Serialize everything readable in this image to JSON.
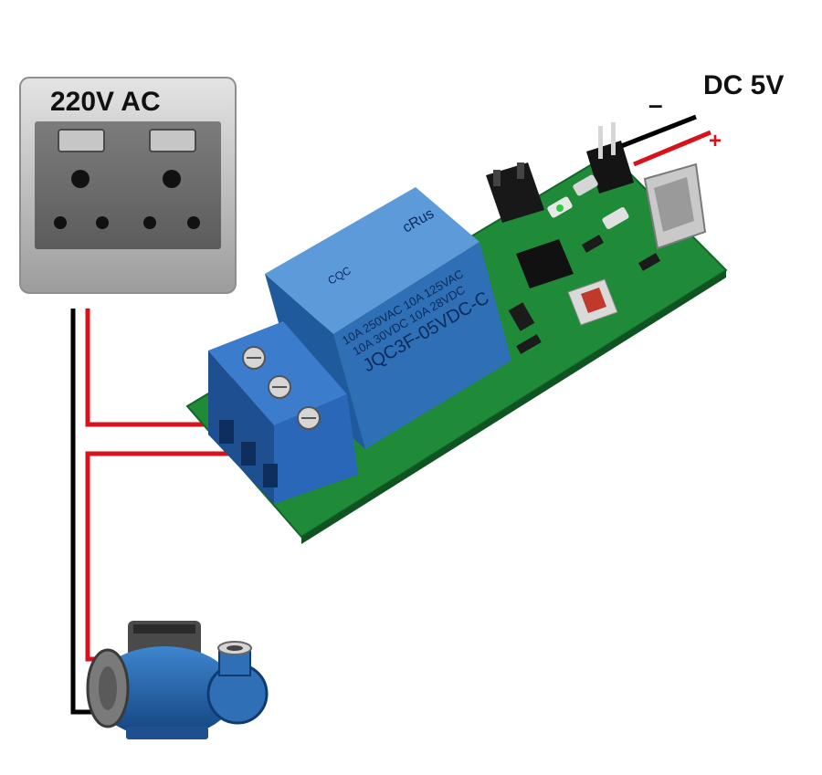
{
  "labels": {
    "ac_supply": "220V AC",
    "dc_supply": "DC 5V",
    "dc_minus": "–",
    "dc_plus": "+"
  },
  "relay": {
    "line1": "10A 250VAC 10A 125VAC",
    "line2": "10A 30VDC 10A 28VDC",
    "line3": "JQC3F-05VDC-C",
    "logo_left": "CQC",
    "logo_right": "cRus"
  },
  "colors": {
    "live_wire": "#d8121b",
    "neutral_wire": "#000000",
    "pcb": "#1f8a38",
    "relay_body": "#2f6fb5",
    "terminal": "#2a67b8",
    "socket_plate": "#bdbdbd"
  },
  "icons": {
    "socket": "wall-socket-icon",
    "pump": "water-pump-icon",
    "relay_module": "relay-module-icon"
  }
}
